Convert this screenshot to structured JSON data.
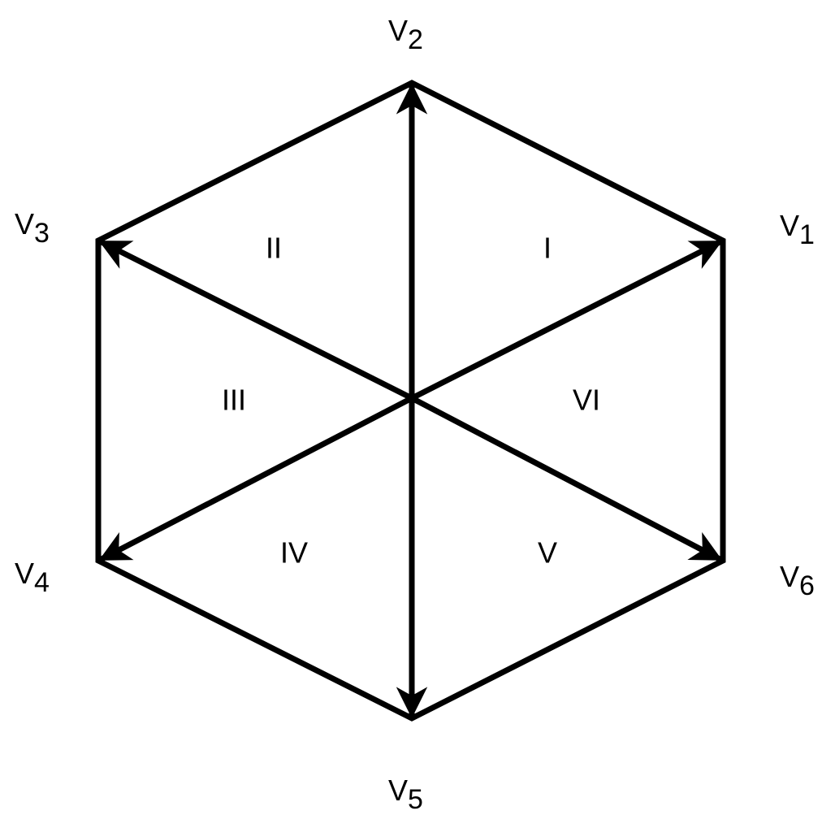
{
  "vectors": [
    {
      "id": "v1",
      "letter": "V",
      "sub": "1"
    },
    {
      "id": "v2",
      "letter": "V",
      "sub": "2"
    },
    {
      "id": "v3",
      "letter": "V",
      "sub": "3"
    },
    {
      "id": "v4",
      "letter": "V",
      "sub": "4"
    },
    {
      "id": "v5",
      "letter": "V",
      "sub": "5"
    },
    {
      "id": "v6",
      "letter": "V",
      "sub": "6"
    }
  ],
  "sectors": [
    "I",
    "II",
    "III",
    "IV",
    "V",
    "VI"
  ],
  "colors": {
    "stroke": "#000000",
    "background": "#ffffff"
  }
}
